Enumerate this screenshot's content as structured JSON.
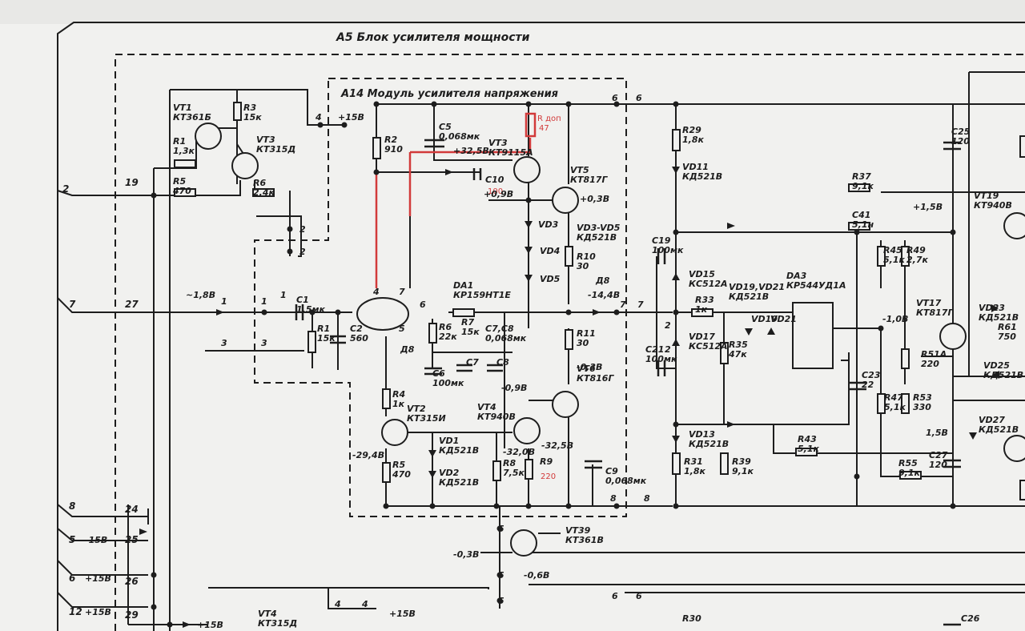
{
  "titles": {
    "block": "A5 Блок усилителя мощности",
    "module": "A14 Модуль усилителя напряжения"
  },
  "annotations": {
    "r_extra": "R доп",
    "r_extra_value": "47",
    "c10_value": "100",
    "r9_value": "220"
  },
  "connector_left": [
    {
      "pin": "2",
      "wire": "19"
    },
    {
      "pin": "7",
      "wire": "27",
      "voltage": "~1,8В"
    },
    {
      "pin": "8",
      "wire": "24"
    },
    {
      "pin": "5",
      "label": "-15В",
      "wire": "25"
    },
    {
      "pin": "6",
      "label": "+15В",
      "wire": "26"
    },
    {
      "pin": "12",
      "label": "+15В",
      "wire": "29"
    }
  ],
  "components": [
    {
      "ref": "VT1",
      "value": "КТ361Б"
    },
    {
      "ref": "R3",
      "value": "15к"
    },
    {
      "ref": "VT3",
      "value": "КТ315Д"
    },
    {
      "ref": "R1",
      "value": "1,3к"
    },
    {
      "ref": "R5",
      "value": "470"
    },
    {
      "ref": "R6",
      "value": "2,4к"
    },
    {
      "ref": "C1",
      "value": "1,5мк"
    },
    {
      "ref": "R1",
      "value": "15к"
    },
    {
      "ref": "C2",
      "value": "560"
    },
    {
      "ref": "R2",
      "value": "910"
    },
    {
      "ref": "C5",
      "value": "0,068мк"
    },
    {
      "ref": "VT3",
      "value": "КТ9115А"
    },
    {
      "ref": "C10",
      "value": ""
    },
    {
      "ref": "VT5",
      "value": "КТ817Г"
    },
    {
      "ref": "VD3"
    },
    {
      "ref": "VD4"
    },
    {
      "ref": "VD5"
    },
    {
      "ref": "VD3-VD5",
      "value": "КД521В"
    },
    {
      "ref": "R10",
      "value": "30"
    },
    {
      "ref": "DA1",
      "value": "КР159НТ1Е"
    },
    {
      "ref": "R7",
      "value": "15к"
    },
    {
      "ref": "R6",
      "value": "22к"
    },
    {
      "ref": "C7,C8",
      "value": "0,068мк"
    },
    {
      "ref": "C6",
      "value": "100мк"
    },
    {
      "ref": "C7"
    },
    {
      "ref": "C8"
    },
    {
      "ref": "R11",
      "value": "30"
    },
    {
      "ref": "VT6",
      "value": "КТ816Г"
    },
    {
      "ref": "R4",
      "value": "1к"
    },
    {
      "ref": "VT2",
      "value": "КТ315И"
    },
    {
      "ref": "VT4",
      "value": "КТ940В"
    },
    {
      "ref": "R5",
      "value": "470"
    },
    {
      "ref": "VD1",
      "value": "КД521В"
    },
    {
      "ref": "VD2",
      "value": "КД521В"
    },
    {
      "ref": "R8",
      "value": "7,5к"
    },
    {
      "ref": "R9",
      "value": ""
    },
    {
      "ref": "C9",
      "value": "0,068мк"
    },
    {
      "ref": "VT39",
      "value": "КТ361В"
    },
    {
      "ref": "R29",
      "value": "1,8к"
    },
    {
      "ref": "VD11",
      "value": "КД521В"
    },
    {
      "ref": "C19",
      "value": "100мк"
    },
    {
      "ref": "VD15",
      "value": "КС512А"
    },
    {
      "ref": "R33",
      "value": "1к"
    },
    {
      "ref": "VD17",
      "value": "КС512А"
    },
    {
      "ref": "C21",
      "value": "100мк"
    },
    {
      "ref": "R35",
      "value": "47к"
    },
    {
      "ref": "VD19,VD21",
      "value": "КД521В"
    },
    {
      "ref": "VD19"
    },
    {
      "ref": "VD21"
    },
    {
      "ref": "DA3",
      "value": "КР544УД1А"
    },
    {
      "ref": "VD13",
      "value": "КД521В"
    },
    {
      "ref": "R31",
      "value": "1,8к"
    },
    {
      "ref": "R39",
      "value": "9,1к"
    },
    {
      "ref": "R43",
      "value": "5,1к"
    },
    {
      "ref": "C25",
      "value": "120"
    },
    {
      "ref": "R37",
      "value": "9,1к"
    },
    {
      "ref": "C41",
      "value": "5,1н"
    },
    {
      "ref": "VT19",
      "value": "КТ940В"
    },
    {
      "ref": "R45",
      "value": "5,1к"
    },
    {
      "ref": "R49",
      "value": "2,7к"
    },
    {
      "ref": "VT17",
      "value": "КТ817Г"
    },
    {
      "ref": "R51А",
      "value": "220"
    },
    {
      "ref": "VD23",
      "value": "КД521В"
    },
    {
      "ref": "R61",
      "value": "750"
    },
    {
      "ref": "VD25",
      "value": "КД521В"
    },
    {
      "ref": "C23",
      "value": "22"
    },
    {
      "ref": "R47",
      "value": "5,1к"
    },
    {
      "ref": "R53",
      "value": "330"
    },
    {
      "ref": "VD27",
      "value": "КД521В"
    },
    {
      "ref": "R55",
      "value": "9,1к"
    },
    {
      "ref": "C27",
      "value": "120"
    },
    {
      "ref": "R30"
    },
    {
      "ref": "C26"
    },
    {
      "ref": "VT4",
      "value": "КТ315Д"
    }
  ],
  "voltages": [
    "+15В",
    "+32,5В",
    "+0,3В",
    "+0,9В",
    "-14,4В",
    "-0,3В",
    "-0,9В",
    "-32,0В",
    "-32,5В",
    "-29,4В",
    "-0,3В",
    "-0,6В",
    "+1,5В",
    "-1,0В",
    "1,5В",
    "+15В",
    "+15В"
  ],
  "nodes": [
    "4",
    "2",
    "2",
    "1",
    "1",
    "3",
    "3",
    "6",
    "5",
    "7",
    "6",
    "6",
    "7",
    "7",
    "2",
    "2",
    "4",
    "8",
    "8",
    "5",
    "5",
    "5",
    "4",
    "4",
    "6",
    "6",
    "Д8",
    "Д8",
    "1"
  ]
}
